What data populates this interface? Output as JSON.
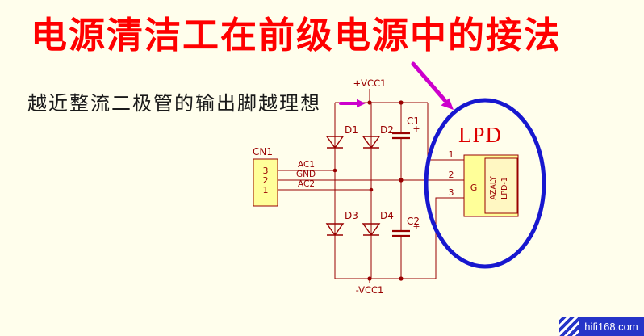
{
  "title": "电源清洁工在前级电源中的接法",
  "subtitle": "越近整流二极管的输出脚越理想",
  "watermark": "hifi168.com",
  "colors": {
    "background": "#FFFEEC",
    "title_red": "#FF0000",
    "wire_maroon": "#990000",
    "component_fill_yellow": "#FFFF99",
    "highlight_ellipse_blue": "#1717CF",
    "arrow_magenta": "#CC00CC",
    "watermark_blue": "#2635C8"
  },
  "schematic": {
    "power_labels": {
      "vcc_pos": "+VCC1",
      "vcc_neg": "-VCC1"
    },
    "connector": {
      "name": "CN1",
      "pins": [
        "3",
        "2",
        "1"
      ],
      "nets": [
        "AC1",
        "GND",
        "AC2"
      ]
    },
    "diodes": [
      "D1",
      "D2",
      "D3",
      "D4"
    ],
    "capacitors": [
      {
        "name": "C1",
        "polarity": "+"
      },
      {
        "name": "C2",
        "polarity": "+"
      }
    ],
    "lpd": {
      "label": "LPD",
      "pins": [
        "1",
        "2",
        "3"
      ],
      "gate_label": "G",
      "device_line1": "AZALY",
      "device_line2": "LPD-1"
    }
  }
}
